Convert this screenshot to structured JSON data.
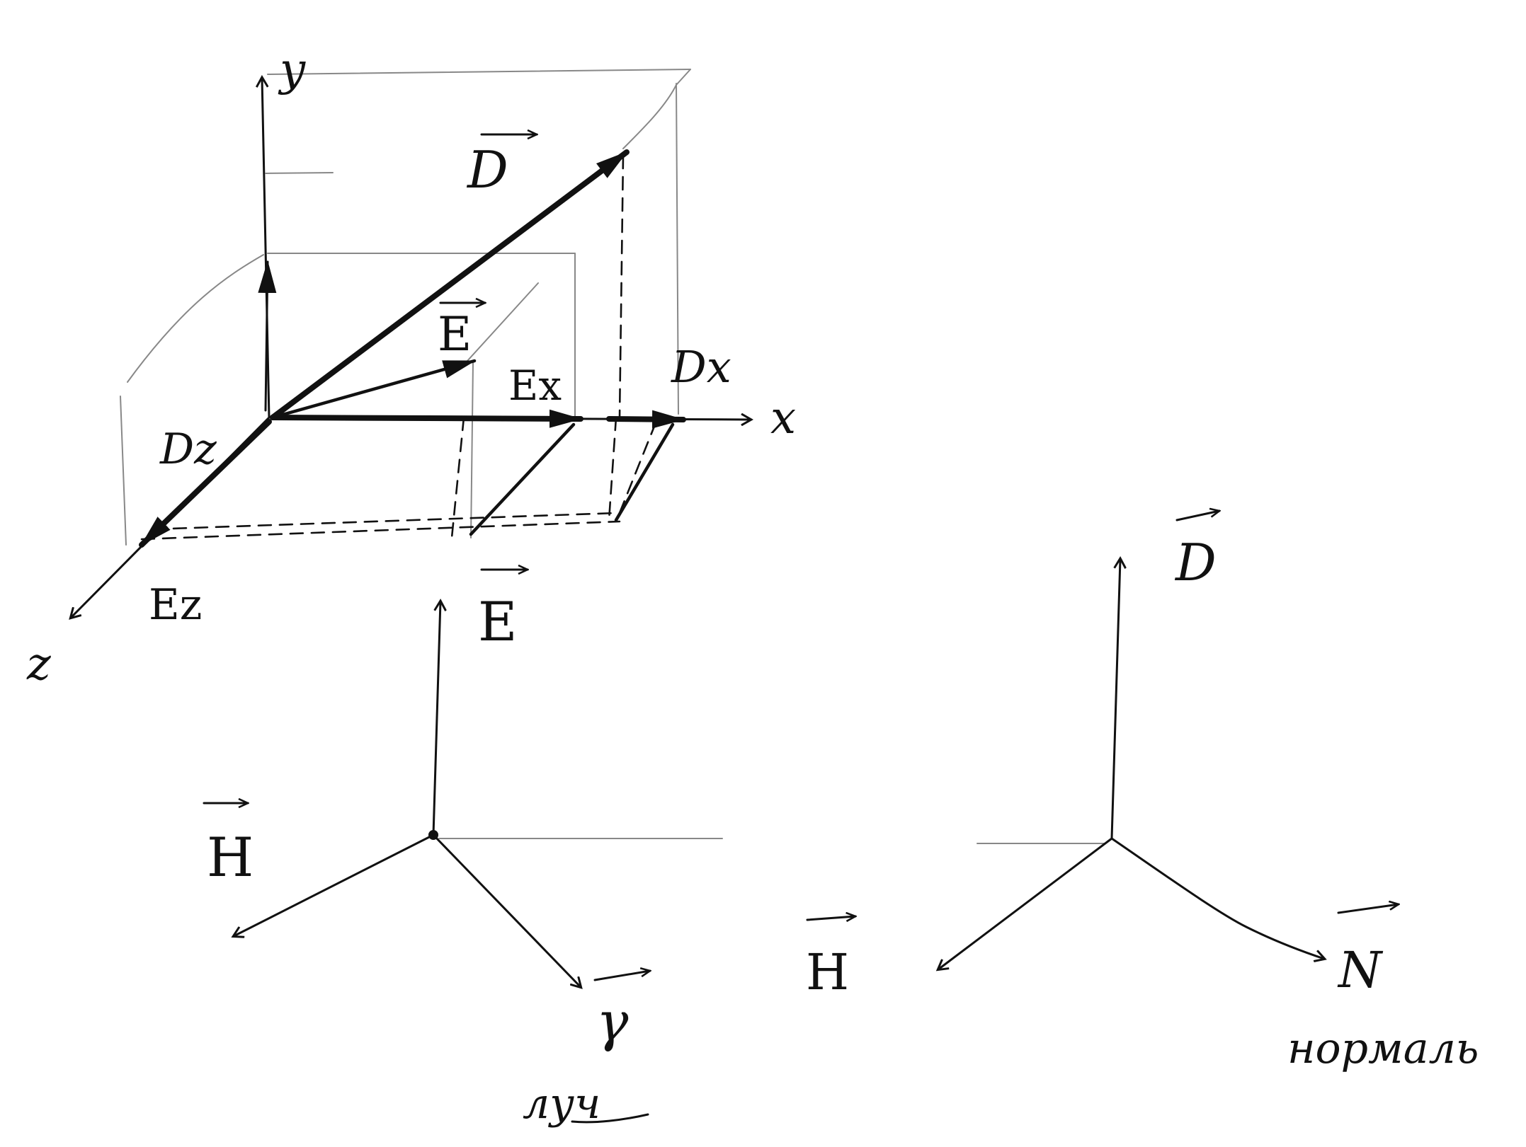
{
  "diagram": {
    "top": {
      "axis_x": "x",
      "axis_y": "y",
      "axis_z": "z",
      "vec_D": "D",
      "vec_E": "E",
      "comp_Ex": "Ex",
      "comp_Dx": "Dx",
      "comp_Dz": "Dz",
      "comp_Ez": "Ez"
    },
    "bottom_left": {
      "vec_E": "E",
      "vec_H": "H",
      "vec_gamma": "γ",
      "caption": "луч"
    },
    "bottom_right": {
      "vec_D": "D",
      "vec_H": "H",
      "vec_N": "N",
      "caption": "нормаль"
    }
  }
}
